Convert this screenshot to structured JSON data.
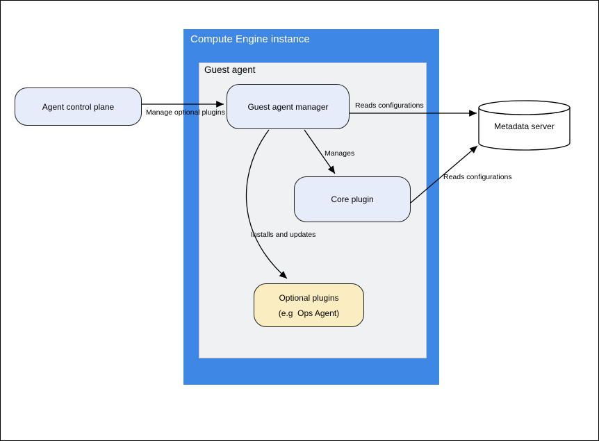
{
  "diagram": {
    "containers": [
      {
        "id": "compute-engine-instance",
        "label": "Compute Engine instance",
        "fill": "#3f87e5",
        "text_color": "#ffffff"
      },
      {
        "id": "guest-agent",
        "label": "Guest agent",
        "fill": "#f0f1f3",
        "text_color": "#000000"
      }
    ],
    "nodes": [
      {
        "id": "agent-control-plane",
        "label": "Agent control plane",
        "shape": "rounded-rect",
        "fill": "#e6ecfa"
      },
      {
        "id": "guest-agent-manager",
        "label": "Guest agent manager",
        "shape": "rounded-rect",
        "fill": "#e6ecfa"
      },
      {
        "id": "core-plugin",
        "label": "Core plugin",
        "shape": "rounded-rect",
        "fill": "#e6ecfa"
      },
      {
        "id": "optional-plugins",
        "label_line1": "Optional plugins",
        "label_line2": "(e.g  Ops Agent)",
        "shape": "rounded-rect",
        "fill": "#fbedc2"
      },
      {
        "id": "metadata-server",
        "label": "Metadata server",
        "shape": "cylinder",
        "fill": "#ffffff"
      }
    ],
    "edges": [
      {
        "id": "manage-optional-plugins",
        "from": "agent-control-plane",
        "to": "guest-agent-manager",
        "label": "Manage optional plugins",
        "style": "straight"
      },
      {
        "id": "manager-reads-configurations",
        "from": "guest-agent-manager",
        "to": "metadata-server",
        "label": "Reads configurations",
        "style": "straight"
      },
      {
        "id": "manages",
        "from": "guest-agent-manager",
        "to": "core-plugin",
        "label": "Manages",
        "style": "straight"
      },
      {
        "id": "core-reads-configurations",
        "from": "core-plugin",
        "to": "metadata-server",
        "label": "Reads configurations",
        "style": "straight"
      },
      {
        "id": "installs-and-updates",
        "from": "guest-agent-manager",
        "to": "optional-plugins",
        "label": "Installs and updates",
        "style": "curved"
      }
    ],
    "colors": {
      "container_blue": "#3f87e5",
      "container_gray": "#f0f1f3",
      "node_blue": "#e6ecfa",
      "node_tan": "#fbedc2",
      "stroke": "#000000"
    }
  }
}
